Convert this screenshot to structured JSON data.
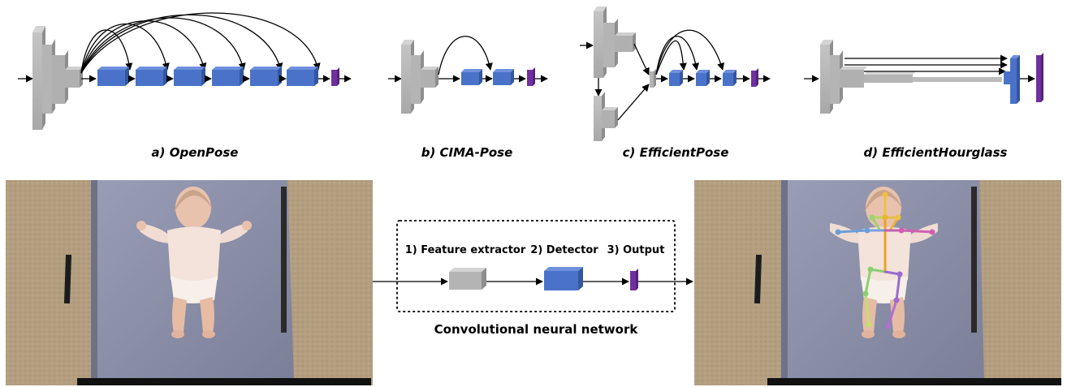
{
  "captions": {
    "openpose": "a) OpenPose",
    "cima": "b) CIMA-Pose",
    "efficientpose": "c) EfficientPose",
    "hourglass": "d) EfficientHourglass"
  },
  "pipeline": {
    "feature_extractor": "1) Feature extractor",
    "detector": "2) Detector",
    "output": "3) Output",
    "network_label": "Convolutional neural network"
  },
  "colors": {
    "extractor_gray": "#b8b8b8",
    "detector_blue": "#4a72c9",
    "output_purple": "#7030a0",
    "mattress": "#8c8fa8",
    "floor": "#b09b7c"
  },
  "keypoint_colors": {
    "head": "#f0c040",
    "left_arm": "#6a9fd8",
    "right_arm": "#d060b0",
    "torso": "#f0a020",
    "left_leg": "#8ad070",
    "right_leg": "#9a6ad0"
  }
}
